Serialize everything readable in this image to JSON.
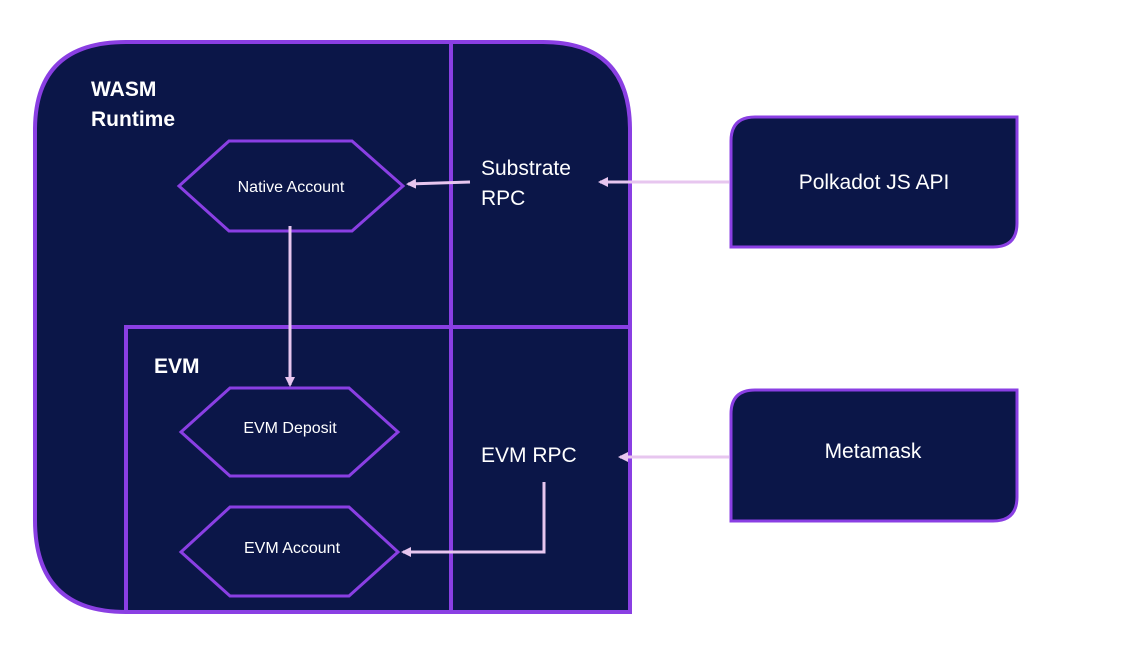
{
  "colors": {
    "fill": "#0b1648",
    "stroke": "#8a3fe3",
    "arrow": "#e7c6ef",
    "text": "#ffffff",
    "background": "#ffffff"
  },
  "runtime": {
    "title_line1": "WASM",
    "title_line2": "Runtime"
  },
  "evm_section": {
    "title": "EVM"
  },
  "substrate_rpc": {
    "line1": "Substrate",
    "line2": "RPC"
  },
  "evm_rpc": {
    "label": "EVM RPC"
  },
  "nodes": {
    "native_account": "Native Account",
    "evm_deposit": "EVM Deposit",
    "evm_account": "EVM Account"
  },
  "clients": {
    "polkadot": "Polkadot JS API",
    "metamask": "Metamask"
  }
}
